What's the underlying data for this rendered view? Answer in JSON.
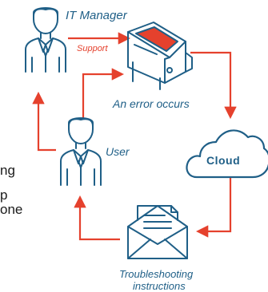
{
  "nodes": {
    "it_manager": "IT Manager",
    "user": "User",
    "cloud": "Cloud",
    "error": "An error occurs",
    "troubleshooting_line1": "Troubleshooting",
    "troubleshooting_line2": "instructions"
  },
  "edge_labels": {
    "support": "Support"
  },
  "cropped_text": {
    "line1": "ng",
    "line2": "p",
    "line3": "one"
  },
  "colors": {
    "arrow": "#e5412d",
    "outline": "#1f5f87",
    "label": "#1f5f87",
    "device_screen": "#e5412d"
  },
  "icons": [
    "person-icon",
    "device-icon",
    "cloud-icon",
    "envelope-icon"
  ]
}
